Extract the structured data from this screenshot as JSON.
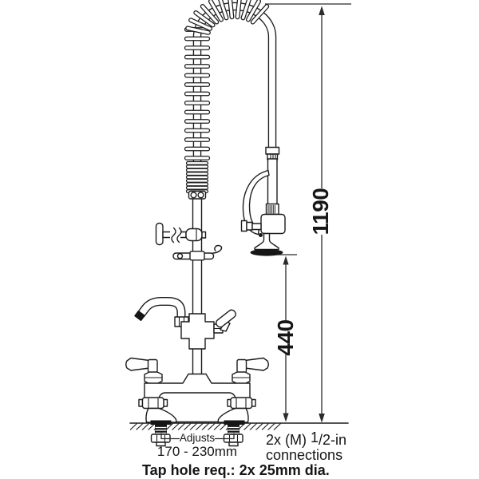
{
  "diagram": {
    "dim_overall": "1190",
    "dim_spray": "440",
    "adjusts_label": "Adjusts",
    "adjusts_range": "170 - 230mm",
    "connections": {
      "prefix": "2x (M) ",
      "sup": "1",
      "rest": "/2-in",
      "line2": "connections"
    },
    "tap_hole_note": "Tap hole req.: 2x 25mm dia."
  }
}
